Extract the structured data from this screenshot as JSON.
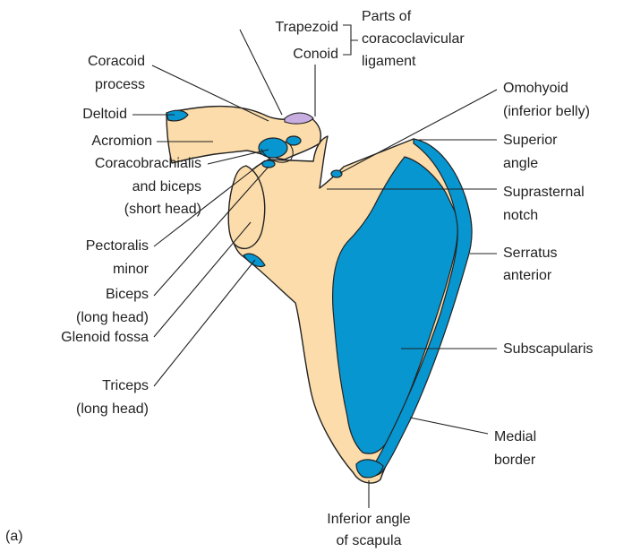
{
  "figure_tag": "(a)",
  "colors": {
    "bone": "#fbdcaa",
    "muscle": "#0796d0",
    "ligament": "#c8aee0",
    "line": "#222222"
  },
  "labels": {
    "trapezoid": "Trapezoid",
    "conoid": "Conoid",
    "parts_of": "Parts of",
    "coracoclavicular": "coracoclavicular",
    "ligament": "ligament",
    "coracoid_1": "Coracoid",
    "coracoid_2": "process",
    "deltoid": "Deltoid",
    "acromion": "Acromion",
    "coracobrachialis_1": "Coracobrachialis",
    "coracobrachialis_2": "and biceps",
    "coracobrachialis_3": "(short head)",
    "pectoralis_1": "Pectoralis",
    "pectoralis_2": "minor",
    "biceps_long_1": "Biceps",
    "biceps_long_2": "(long head)",
    "glenoid": "Glenoid fossa",
    "triceps_1": "Triceps",
    "triceps_2": "(long head)",
    "omohyoid_1": "Omohyoid",
    "omohyoid_2": "(inferior belly)",
    "superior_angle_1": "Superior",
    "superior_angle_2": "angle",
    "suprasternal_1": "Suprasternal",
    "suprasternal_2": "notch",
    "serratus_1": "Serratus",
    "serratus_2": "anterior",
    "subscapularis": "Subscapularis",
    "medial_1": "Medial",
    "medial_2": "border",
    "inferior_1": "Inferior angle",
    "inferior_2": "of scapula"
  }
}
